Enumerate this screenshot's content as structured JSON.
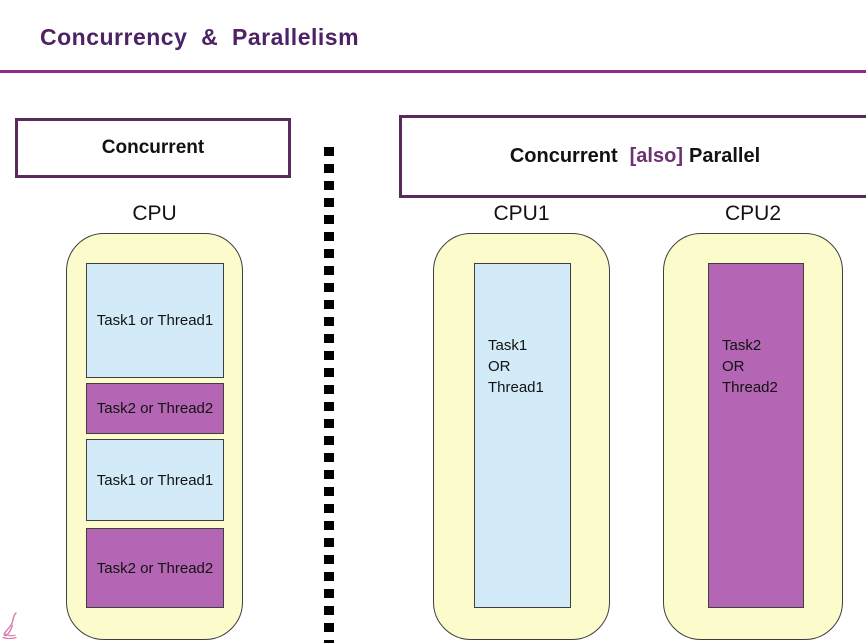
{
  "slide": {
    "title": "Concurrency  &  Parallelism"
  },
  "left_panel": {
    "header": "Concurrent",
    "cpu_label": "CPU",
    "timeline": [
      {
        "label": "Task1 or Thread1",
        "type": "task1"
      },
      {
        "label": "Task2 or Thread2",
        "type": "task2"
      },
      {
        "label": "Task1 or Thread1",
        "type": "task1"
      },
      {
        "label": "Task2 or Thread2",
        "type": "task2"
      }
    ]
  },
  "right_panel": {
    "header": {
      "part1": "Concurrent",
      "part2": "[also]",
      "part3": "Parallel"
    },
    "cpus": [
      {
        "label": "CPU1",
        "type": "task1",
        "lines": [
          "Task1",
          "OR",
          "Thread1"
        ]
      },
      {
        "label": "CPU2",
        "type": "task2",
        "lines": [
          "Task2",
          "OR",
          "Thread2"
        ]
      }
    ]
  },
  "icons": {
    "divider": "dotted-vertical-divider",
    "logo": "pink-squiggle-logo"
  },
  "colors": {
    "titleColor": "#4E2365",
    "underlineColor": "#8E2C8E",
    "boxBorderColor": "#5A2A5E",
    "alsoColor": "#6B3170",
    "containerFill": "#FBFBCB",
    "task1Fill": "#D3EBF8",
    "task2Fill": "#B465B4",
    "dividerColor": "#000000",
    "logoColor": "#D97FAE"
  }
}
